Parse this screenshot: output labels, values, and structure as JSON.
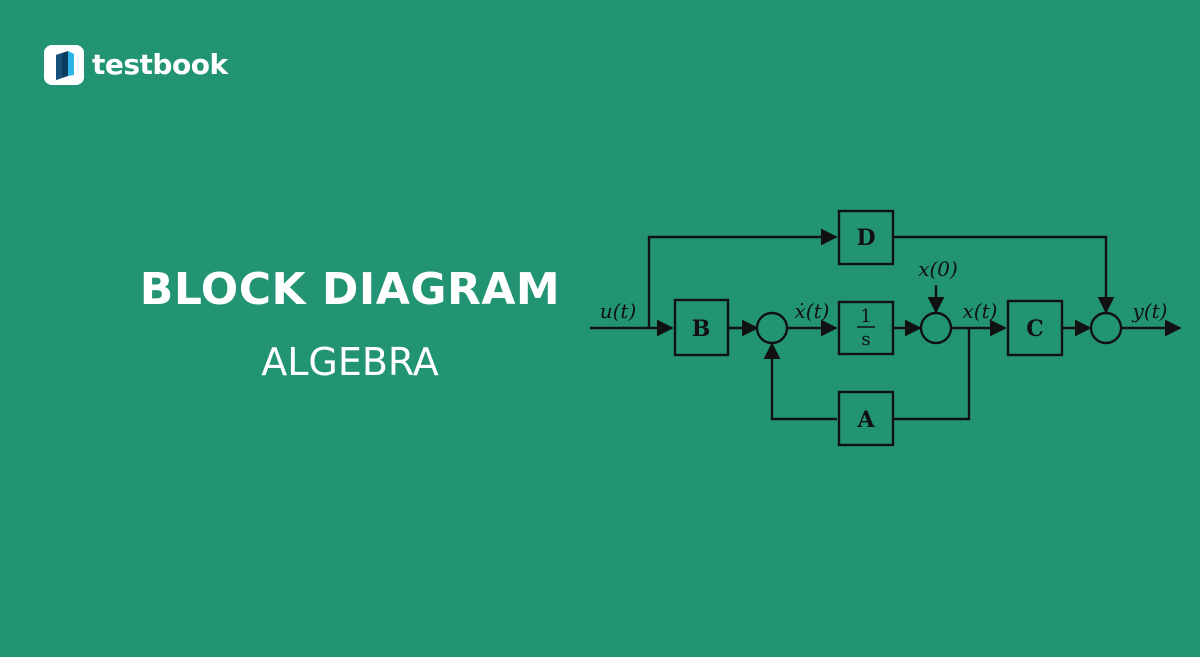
{
  "brand": {
    "name": "testbook"
  },
  "heading": {
    "title": "BLOCK DIAGRAM",
    "subtitle": "ALGEBRA"
  },
  "diagram": {
    "blocks": {
      "b": "B",
      "d": "D",
      "c": "C",
      "a": "A",
      "integrator_num": "1",
      "integrator_den": "s"
    },
    "signals": {
      "input": "u(t)",
      "state_derivative": "ẋ(t)",
      "initial_condition": "x(0)",
      "state": "x(t)",
      "output": "y(t)"
    }
  },
  "colors": {
    "background": "#229474",
    "heading_text": "#ffffff",
    "diagram_stroke": "#111111"
  }
}
